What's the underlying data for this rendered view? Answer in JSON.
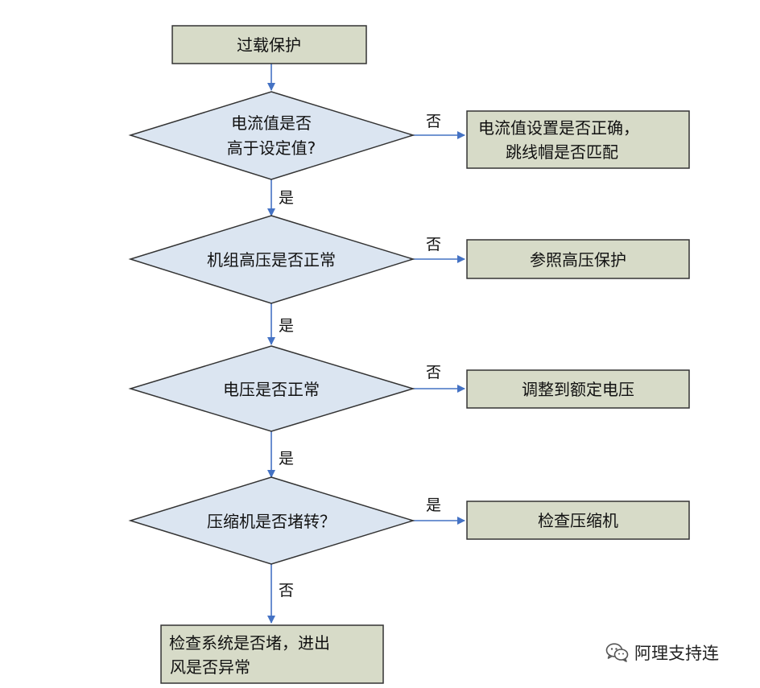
{
  "nodes": {
    "start": "过载保护",
    "decision_current_l1": "电流值是否",
    "decision_current_l2": "高于设定值?",
    "check_current_l1": "电流值设置是否正确，",
    "check_current_l2": "跳线帽是否匹配",
    "decision_hv": "机组高压是否正常",
    "action_hv": "参照高压保护",
    "decision_voltage": "电压是否正常",
    "action_voltage": "调整到额定电压",
    "decision_compressor": "压缩机是否堵转？",
    "action_compressor": "检查压缩机",
    "final_l1": "检查系统是否堵，进出",
    "final_l2": "风是否异常"
  },
  "edges": {
    "d1_no": "否",
    "d1_yes": "是",
    "d2_no": "否",
    "d2_yes": "是",
    "d3_no": "否",
    "d3_yes": "是",
    "d4_yes": "是",
    "d4_no": "否"
  },
  "watermark": {
    "icon": "wechat-icon",
    "text": "阿理支持连"
  },
  "colors": {
    "process_fill": "#d7dbc8",
    "decision_fill": "#dbe5f1",
    "border": "#333333",
    "arrow": "#4472c4"
  }
}
